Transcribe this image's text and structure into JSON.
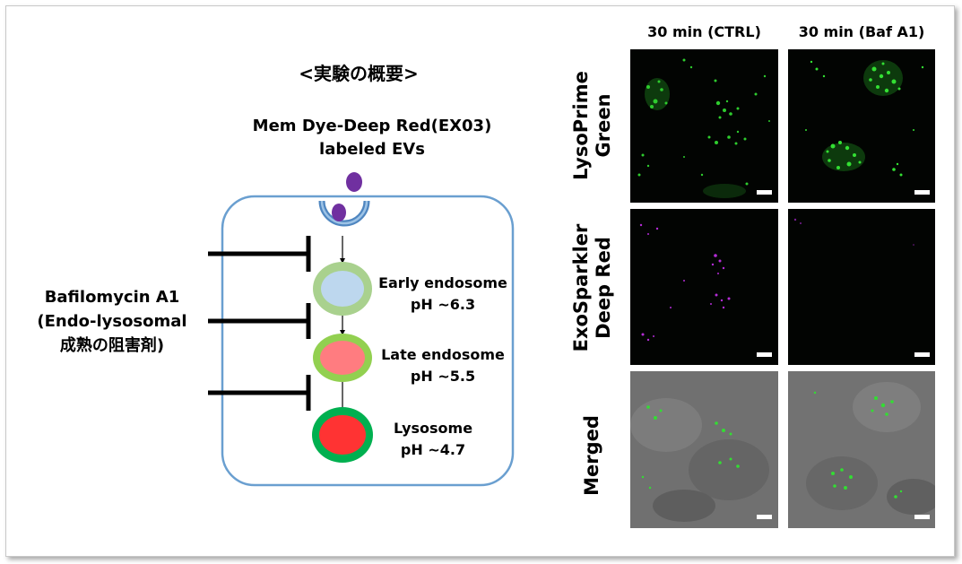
{
  "diagram": {
    "title": "<実験の概要>",
    "ev_label_line1": "Mem Dye-Deep Red(EX03)",
    "ev_label_line2": "labeled EVs",
    "drug_line1": "Bafilomycin A1",
    "drug_line2": "(Endo-lysosomal",
    "drug_line3": "成熟の阻害剤)",
    "stages": [
      {
        "name": "Early endosome",
        "ph": "pH ~6.3",
        "ring_color": "#a9d18e",
        "core_color": "#bdd7ee"
      },
      {
        "name": "Late endosome",
        "ph": "pH ~5.5",
        "ring_color": "#92d050",
        "core_color": "#ff7c80"
      },
      {
        "name": "Lysosome",
        "ph": "pH ~4.7",
        "ring_color": "#00b050",
        "core_color": "#ff3333"
      }
    ],
    "colors": {
      "cell_border": "#6a9fd0",
      "ev_particle": "#7030a0",
      "inhibitor": "#000000"
    }
  },
  "microscopy": {
    "columns": [
      "30 min (CTRL)",
      "30 min (Baf A1)"
    ],
    "rows": [
      {
        "line1": "LysoPrime",
        "line2": "Green",
        "channel_color": "#33ff33"
      },
      {
        "line1": "ExoSparkler",
        "line2": "Deep Red",
        "channel_color": "#cc33ff"
      },
      {
        "line1": "Merged",
        "line2": "",
        "channel_color": "#808080"
      }
    ]
  }
}
